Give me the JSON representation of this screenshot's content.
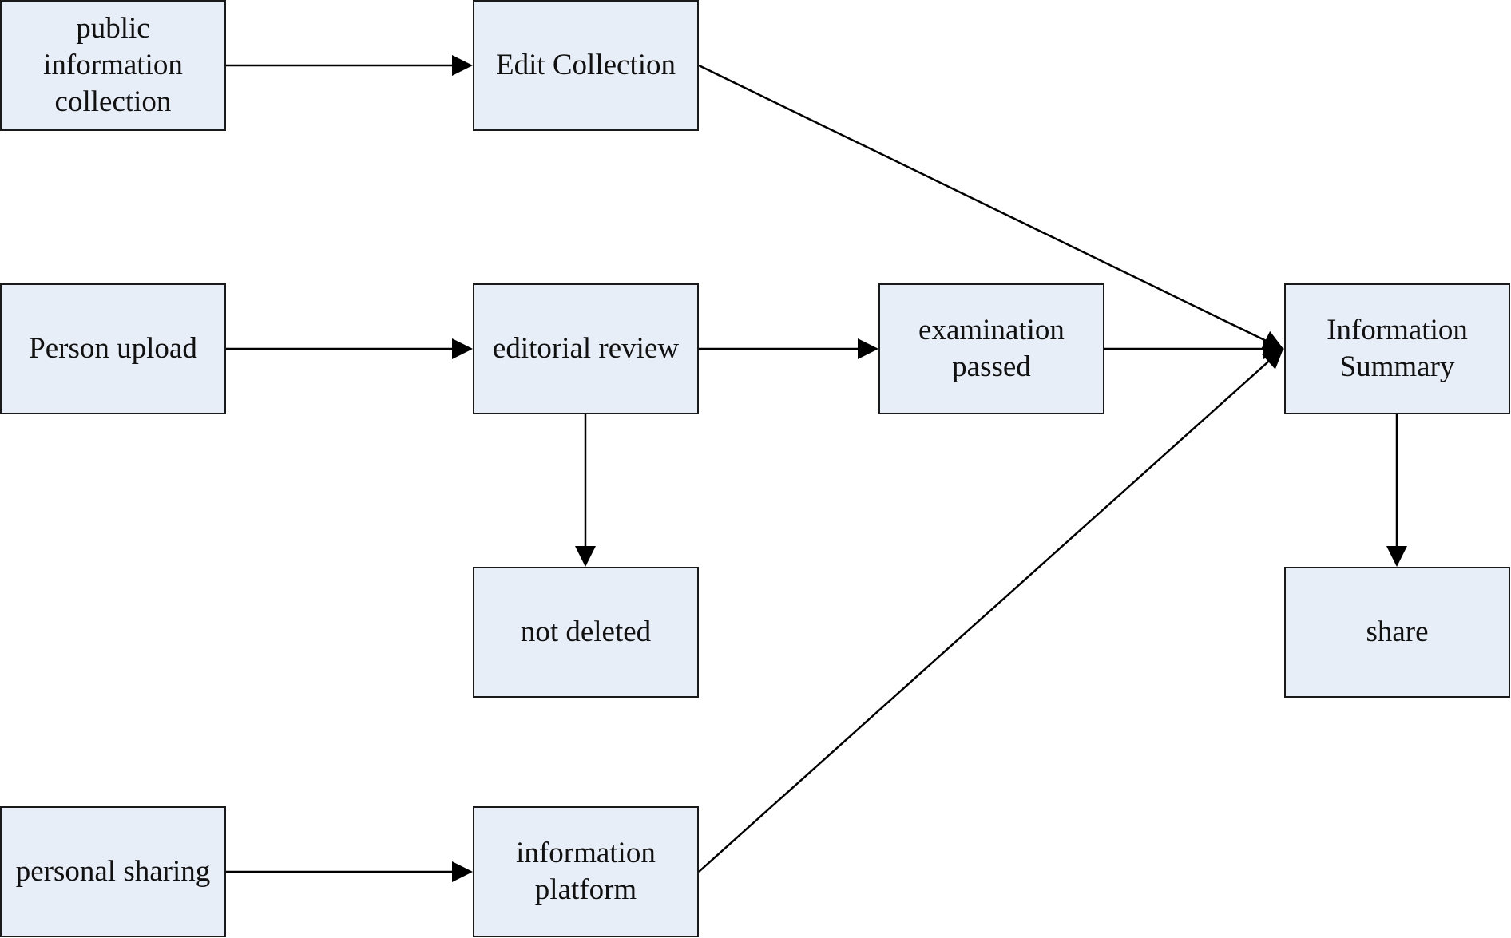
{
  "nodes": {
    "public_info": "public\ninformation\ncollection",
    "edit_collection": "Edit Collection",
    "person_upload": "Person upload",
    "editorial_review": "editorial review",
    "examination_passed": "examination\npassed",
    "information_summary": "Information\nSummary",
    "not_deleted": "not deleted",
    "share": "share",
    "personal_sharing": "personal sharing",
    "information_platform": "information\nplatform"
  },
  "edges": [
    {
      "from": "public_info",
      "to": "edit_collection"
    },
    {
      "from": "edit_collection",
      "to": "information_summary"
    },
    {
      "from": "person_upload",
      "to": "editorial_review"
    },
    {
      "from": "editorial_review",
      "to": "examination_passed"
    },
    {
      "from": "editorial_review",
      "to": "not_deleted"
    },
    {
      "from": "examination_passed",
      "to": "information_summary"
    },
    {
      "from": "information_summary",
      "to": "share"
    },
    {
      "from": "personal_sharing",
      "to": "information_platform"
    },
    {
      "from": "information_platform",
      "to": "information_summary"
    }
  ],
  "colors": {
    "node_fill": "#e8eef8",
    "stroke": "#1a1a1a"
  }
}
